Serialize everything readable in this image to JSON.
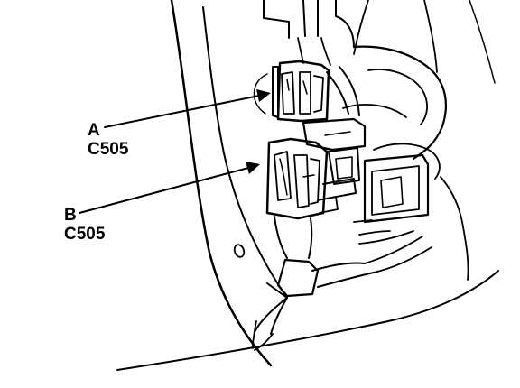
{
  "callouts": [
    {
      "letter": "A",
      "connector": "C505"
    },
    {
      "letter": "B",
      "connector": "C505"
    }
  ],
  "colors": {
    "line": "#000000",
    "background": "#ffffff"
  }
}
